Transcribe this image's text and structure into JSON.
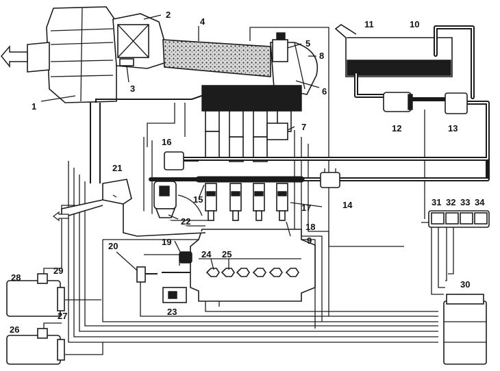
{
  "callouts": [
    "1",
    "2",
    "3",
    "4",
    "5",
    "6",
    "7",
    "8",
    "9",
    "10",
    "11",
    "12",
    "13",
    "14",
    "15",
    "16",
    "17",
    "18",
    "19",
    "20",
    "21",
    "22",
    "23",
    "24",
    "25",
    "26",
    "27",
    "28",
    "29",
    "30",
    "31",
    "32",
    "33",
    "34"
  ]
}
